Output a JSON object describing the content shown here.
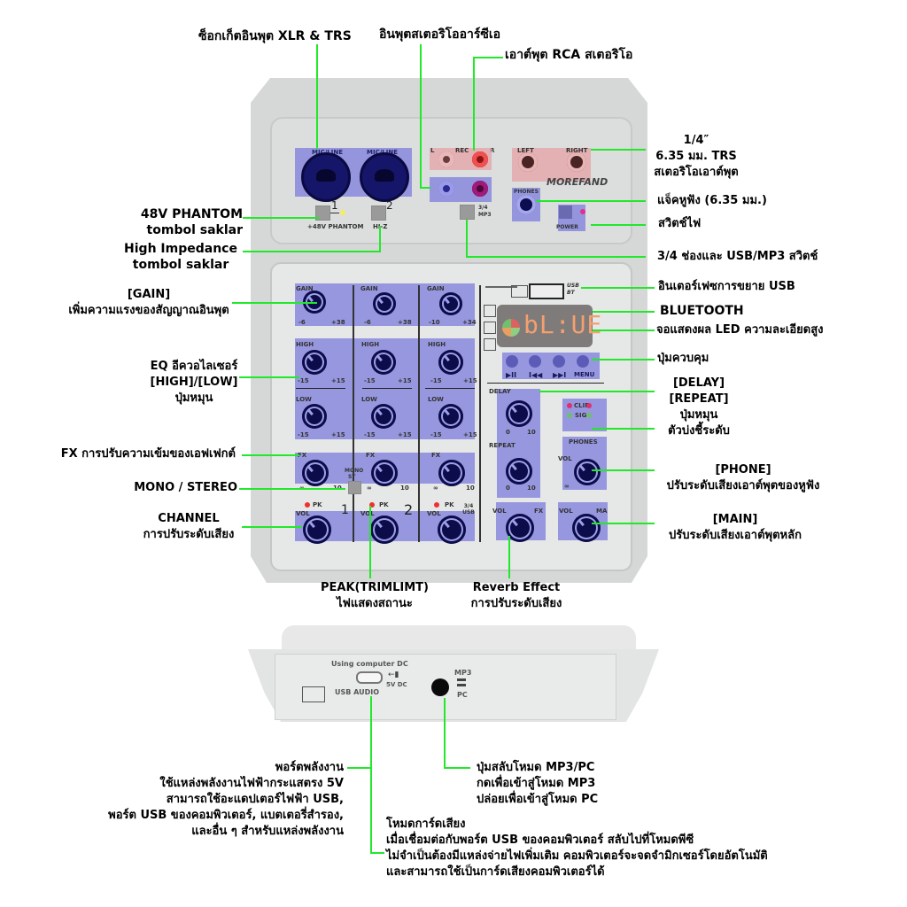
{
  "callouts": {
    "xlr_trs_input": "ซ็อกเก็ตอินพุต XLR & TRS",
    "rca_stereo_input": "อินพุตสเตอริโออาร์ซีเอ",
    "rca_stereo_output": "เอาต์พุต RCA สเตอริโอ",
    "trs_output": [
      "1/4″",
      "6.35 มม. TRS",
      "สเตอริโอเอาต์พุต"
    ],
    "headphone_jack": "แจ็คหูฟัง (6.35 มม.)",
    "power_switch": "สวิตช์ไฟ",
    "phantom_48v": [
      "48V PHANTOM",
      "tombol saklar"
    ],
    "high_impedance": [
      "High Impedance",
      "tombol saklar"
    ],
    "ch34_usb_mp3_switch": "3/4 ช่องและ USB/MP3 สวิตช์",
    "usb_expansion": "อินเตอร์เฟซการขยาย USB",
    "bluetooth": "BLUETOOTH",
    "led_display": "จอแสดงผล LED ความละเอียดสูง",
    "control_buttons": "ปุ่มควบคุม",
    "delay_repeat": [
      "[DELAY]",
      "[REPEAT]",
      "ปุ่มหมุน",
      "ตัวบ่งชี้ระดับ"
    ],
    "gain": [
      "[GAIN]",
      "เพิ่มความแรงของสัญญาณอินพุต"
    ],
    "eq": [
      "EQ อีควอไลเซอร์",
      "[HIGH]/[LOW]",
      "ปุ่มหมุน"
    ],
    "fx": "FX การปรับความเข้มของเอฟเฟกต์",
    "mono_stereo": "MONO / STEREO",
    "channel": [
      "CHANNEL",
      "การปรับระดับเสียง"
    ],
    "phone": [
      "[PHONE]",
      "ปรับระดับเสียงเอาต์พุตของหูฟัง"
    ],
    "main": [
      "[MAIN]",
      "ปรับระดับเสียงเอาต์พุตหลัก"
    ],
    "peak": [
      "PEAK(TRIMLIMT)",
      "ไฟแสดงสถานะ"
    ],
    "reverb": [
      "Reverb Effect",
      "การปรับระดับเสียง"
    ],
    "power_port": [
      "พอร์ตพลังงาน",
      "ใช้แหล่งพลังงานไฟฟ้ากระแสตรง 5V",
      "สามารถใช้อะแดปเตอร์ไฟฟ้า USB,",
      "พอร์ต USB ของคอมพิวเตอร์, แบตเตอรี่สำรอง,",
      "และอื่น ๆ สำหรับแหล่งพลังงาน"
    ],
    "mp3_pc_switch": [
      "ปุ่มสลับโหมด MP3/PC",
      "กดเพื่อเข้าสู่โหมด MP3",
      "ปล่อยเพื่อเข้าสู่โหมด PC"
    ],
    "sound_card_mode": [
      "โหมดการ์ดเสียง",
      "เมื่อเชื่อมต่อกับพอร์ต USB ของคอมพิวเตอร์  สลับไปที่โหมดพีซี",
      "ไม่จำเป็นต้องมีแหล่งจ่ายไฟเพิ่มเติม  คอมพิวเตอร์จะจดจำมิกเซอร์โดยอัตโนมัติ",
      "และสามารถใช้เป็นการ์ดเสียงคอมพิวเตอร์ได้"
    ]
  },
  "device_top": {
    "input_labels": [
      "MIC/LINE",
      "MIC/LINE"
    ],
    "channel_numbers": [
      "1",
      "2"
    ],
    "phantom_label": "+48V PHANTOM",
    "hiz_label": "HI-Z",
    "rca_labels": {
      "l": "L",
      "rec": "REC",
      "r": "R"
    },
    "ch34_switch_labels": [
      "3/4",
      "MP3"
    ],
    "output_labels": {
      "left": "LEFT",
      "right": "RIGHT"
    },
    "brand": "MOREFAND",
    "phones_label": "PHONES",
    "power_label": "POWER",
    "usb_bt_label": [
      "USB",
      "BT"
    ],
    "display_text": "bL:UE",
    "control_buttons": [
      "▶II",
      "I◀◀",
      "▶▶I",
      "MENU"
    ],
    "channels": [
      {
        "gain": "GAIN",
        "gain_min": "-6",
        "gain_max": "+38",
        "high": "HIGH",
        "low": "LOW",
        "eq_min": "-15",
        "eq_max": "+15",
        "fx": "FX",
        "fx_min": "∞",
        "fx_max": "10",
        "pk": "PK",
        "vol": "VOL",
        "number": "1"
      },
      {
        "gain": "GAIN",
        "gain_min": "-6",
        "gain_max": "+38",
        "high": "HIGH",
        "low": "LOW",
        "eq_min": "-15",
        "eq_max": "+15",
        "fx": "FX",
        "fx_min": "∞",
        "fx_max": "10",
        "pk": "PK",
        "vol": "VOL",
        "number": "2"
      },
      {
        "gain": "GAIN",
        "gain_min": "-10",
        "gain_max": "+34",
        "high": "HIGH",
        "low": "LOW",
        "eq_min": "-15",
        "eq_max": "+15",
        "fx": "FX",
        "fx_min": "∞",
        "fx_max": "10",
        "pk": "PK",
        "vol": "VOL",
        "number": "3/4 USB"
      }
    ],
    "mono_st_label": [
      "MONO",
      "ST"
    ],
    "delay": {
      "label": "DELAY",
      "min": "0",
      "max": "10"
    },
    "repeat": {
      "label": "REPEAT",
      "min": "0",
      "max": "10"
    },
    "clip_label": "CLIP",
    "sig_label": "SIG",
    "phones_vol": {
      "title": "PHONES",
      "vol": "VOL",
      "min": "∞"
    },
    "fx_vol": {
      "vol": "VOL",
      "fx": "FX"
    },
    "main_vol": {
      "vol": "VOL",
      "ma": "MA"
    }
  },
  "device_back": {
    "using_computer_dc": "Using computer DC",
    "dc_label": "5V DC",
    "usb_audio": "USB AUDIO",
    "mp3": "MP3",
    "pc": "PC"
  },
  "colors": {
    "leader_line": "#22e82a",
    "highlight_blue": "#7878dc",
    "highlight_pink": "#e6a0a5",
    "knob": "#0c0c4a",
    "led_display": "#f4a06e"
  }
}
